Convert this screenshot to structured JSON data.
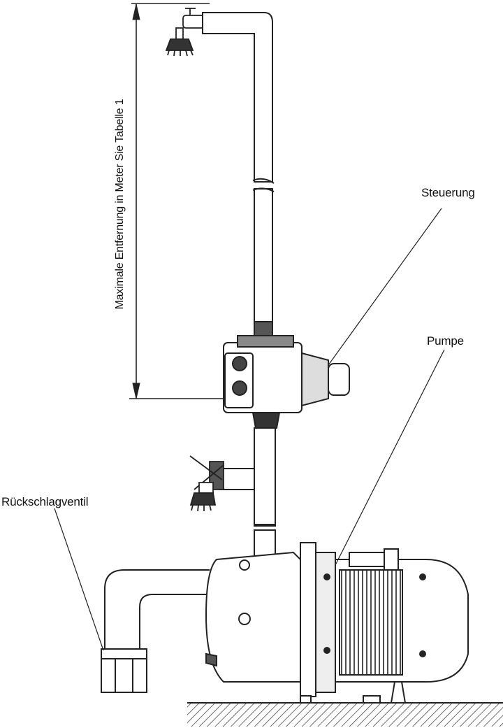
{
  "labels": {
    "steuerung": "Steuerung",
    "pumpe": "Pumpe",
    "rueckschlagventil": "Rückschlagventil",
    "max_distance": "Maximale Entfernung in Meter Sie Tabelle 1"
  }
}
